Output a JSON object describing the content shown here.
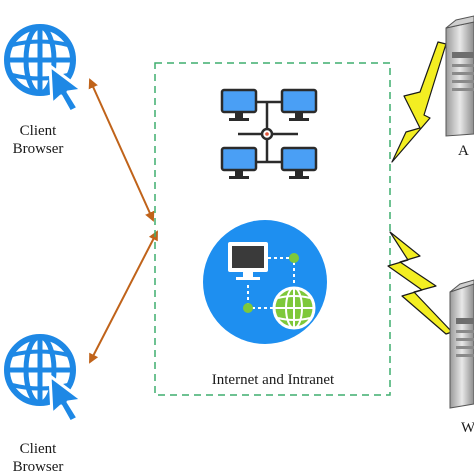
{
  "client_top": {
    "label_line1": "Client",
    "label_line2": "Browser",
    "icon": "globe-cursor-icon"
  },
  "client_bottom": {
    "label_line1": "Client",
    "label_line2": "Browser",
    "icon": "globe-cursor-icon"
  },
  "network": {
    "label": "Internet and Intranet",
    "icons": [
      "computer-network-icon",
      "computer-globe-icon"
    ]
  },
  "server_top": {
    "label": "A",
    "icon": "server-tower-icon"
  },
  "server_bottom": {
    "label": "W",
    "icon": "server-tower-icon"
  },
  "colors": {
    "globe_blue": "#1e88e5",
    "arrow_brown": "#c0631a",
    "dashed_border": "#3fae6f",
    "lightning_yellow": "#f3ee22",
    "circle_blue": "#1e8ff0",
    "node_green": "#7ec83a",
    "monitor_blue": "#4a9ff5"
  }
}
